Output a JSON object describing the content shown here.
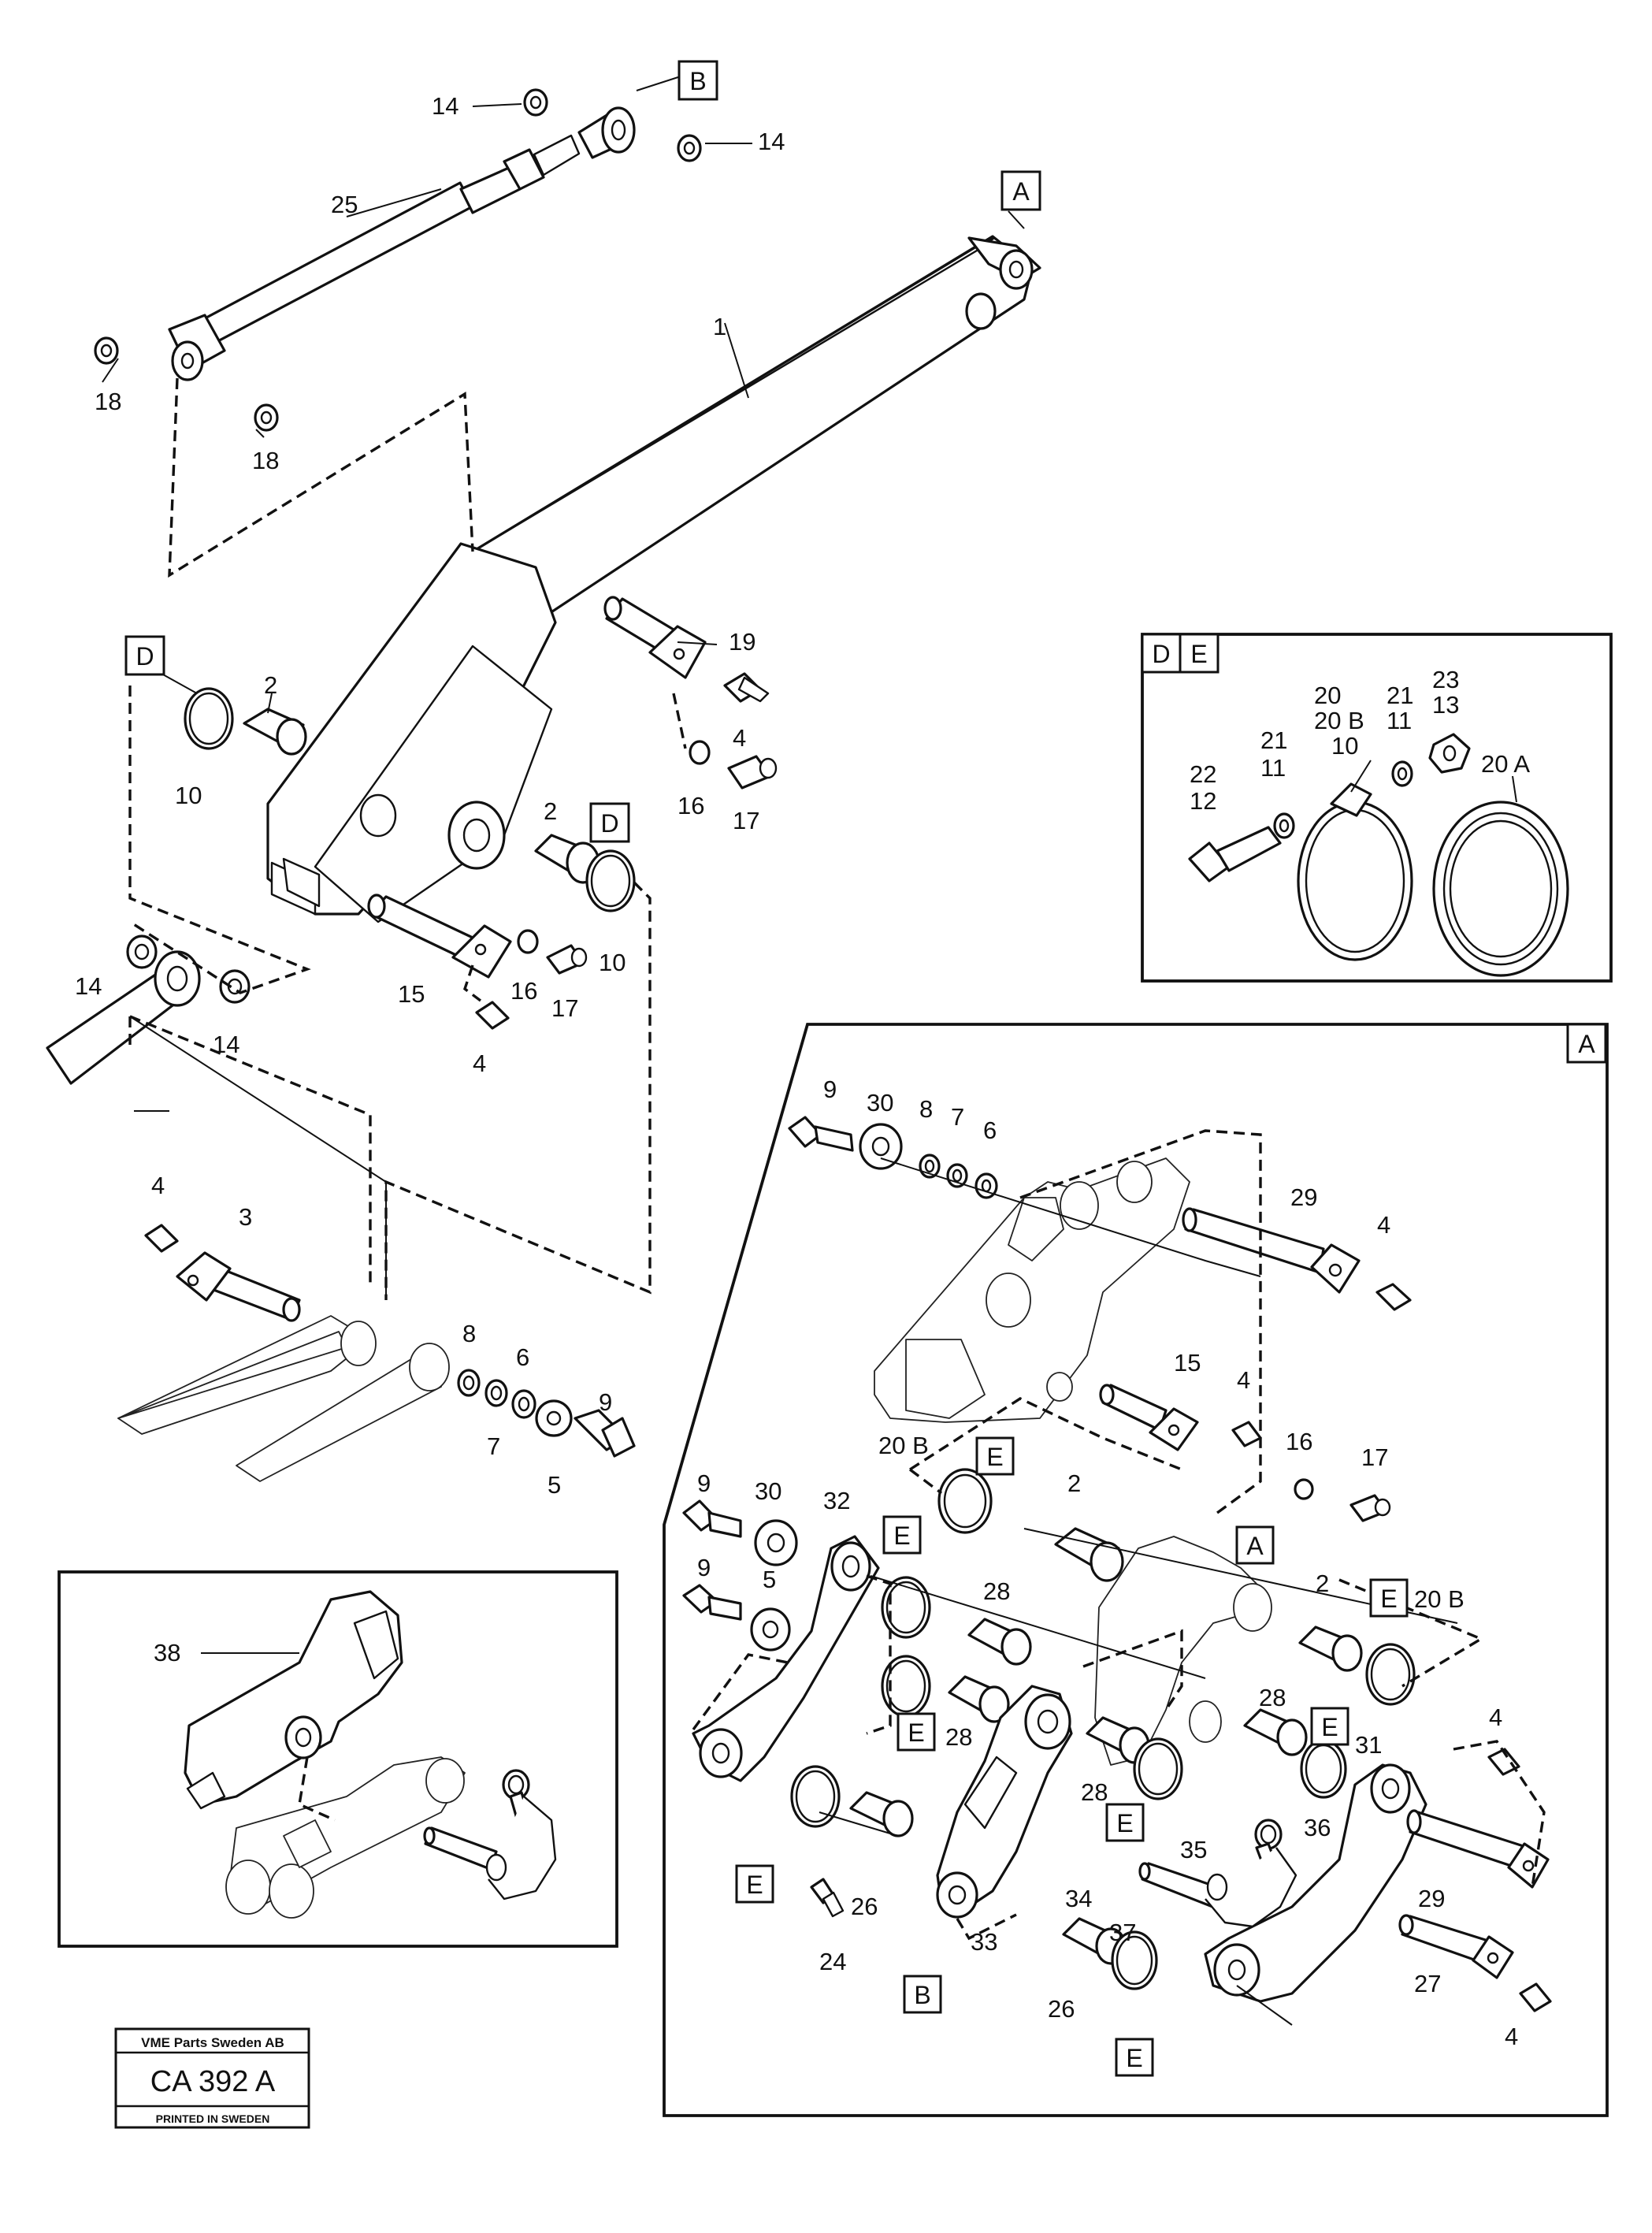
{
  "labels": {
    "p1": "1",
    "p2a": "2",
    "p2b": "2",
    "p3": "3",
    "p4a": "4",
    "p4b": "4",
    "p4c": "4",
    "p5": "5",
    "p6": "6",
    "p7": "7",
    "p8": "8",
    "p9": "9",
    "p10a": "10",
    "p10b": "10",
    "p14a": "14",
    "p14b": "14",
    "p14c": "14",
    "p14d": "14",
    "p15": "15",
    "p16a": "16",
    "p16b": "16",
    "p17a": "17",
    "p17b": "17",
    "p18a": "18",
    "p18b": "18",
    "p19": "19",
    "p25": "25"
  },
  "ref_boxes": {
    "a_top": "A",
    "b_top": "B",
    "d_left": "D",
    "d_mid": "D"
  },
  "inset_de": {
    "header_d": "D",
    "header_e": "E",
    "labels": {
      "p20": "20",
      "p20b": "20 B",
      "p10": "10",
      "p21a": "21",
      "p11a": "11",
      "p21b": "21",
      "p11b": "11",
      "p23": "23",
      "p13": "13",
      "p22": "22",
      "p12": "12",
      "p20a": "20 A"
    }
  },
  "inset_a": {
    "header": "A",
    "labels": {
      "p9a": "9",
      "p30a": "30",
      "p8": "8",
      "p7": "7",
      "p6": "6",
      "p29a": "29",
      "p4a": "4",
      "p15": "15",
      "p4b": "4",
      "p16": "16",
      "p17": "17",
      "p20ba": "20 B",
      "p2a": "2",
      "p9b": "9",
      "p30b": "30",
      "p32": "32",
      "p9c": "9",
      "p5": "5",
      "p28a": "28",
      "p2b": "2",
      "p20bb": "20 B",
      "p28b": "28",
      "p28c": "28",
      "p28d": "28",
      "p31": "31",
      "p4c": "4",
      "p35": "35",
      "p36": "36",
      "p34": "34",
      "p37": "37",
      "p26a": "26",
      "p24": "24",
      "p33": "33",
      "p26b": "26",
      "p29b": "29",
      "p27": "27",
      "p4d": "4"
    },
    "ref_boxes": {
      "e1": "E",
      "e2": "E",
      "e3": "E",
      "e4": "E",
      "e5": "E",
      "e6": "E",
      "e7": "E",
      "e8": "E",
      "a_inner": "A",
      "b_inner": "B"
    }
  },
  "inset_38": {
    "label": "38"
  },
  "stamp": {
    "company": "VME Parts Sweden AB",
    "code": "CA 392 A",
    "printed": "PRINTED IN SWEDEN"
  }
}
